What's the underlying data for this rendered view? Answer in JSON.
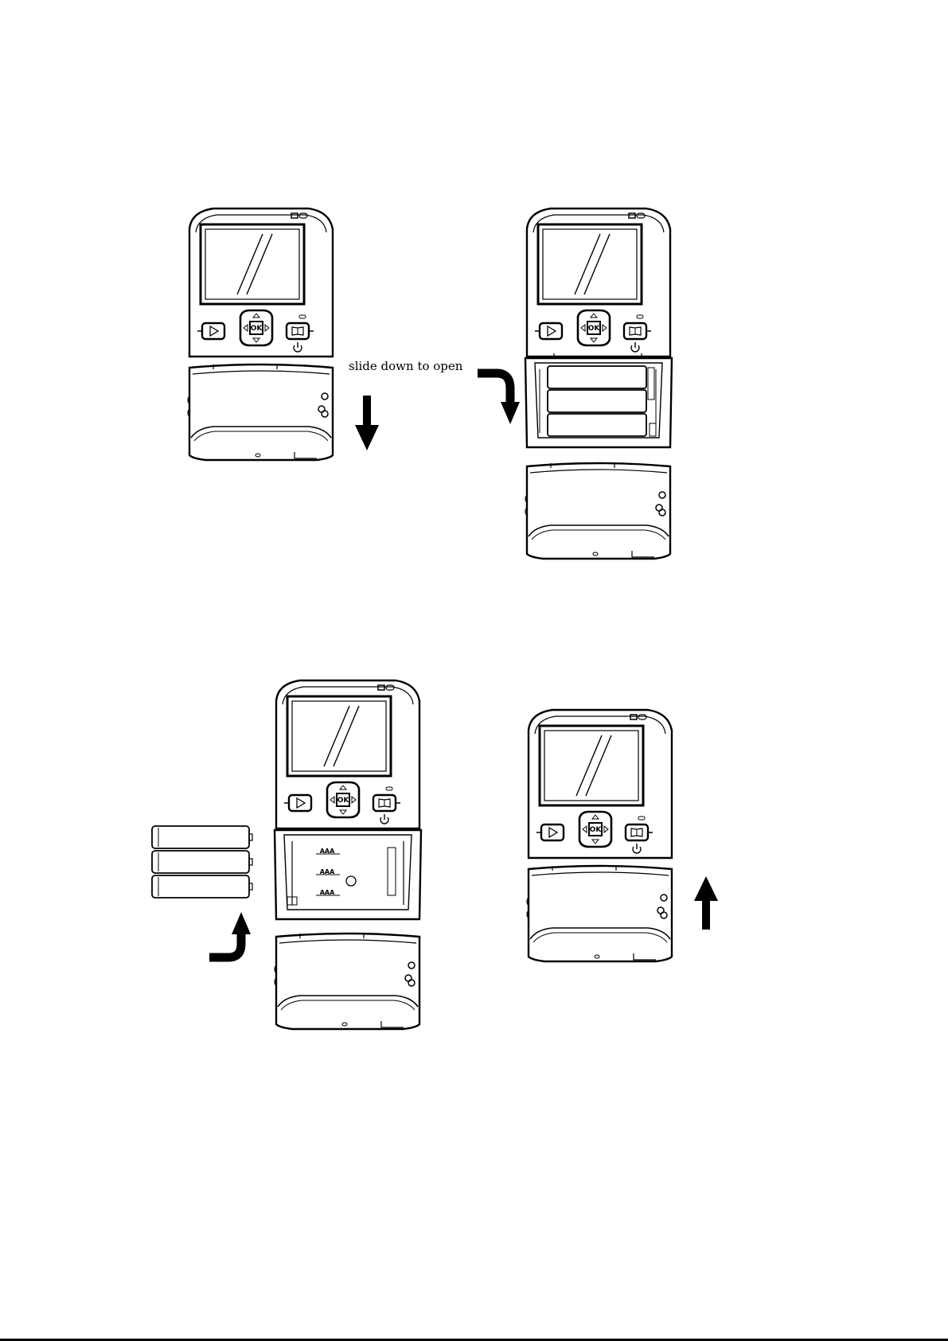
{
  "caption": "slide down to open",
  "button_labels": {
    "ok": "OK",
    "battery": "AAA"
  },
  "icons": {
    "play": "play-triangle-icon",
    "book": "book-icon",
    "power": "power-icon",
    "arrow_down": "down-arrow-icon",
    "arrow_curved_down": "curved-down-arrow-icon",
    "arrow_curved_up": "curved-up-arrow-icon",
    "arrow_up": "up-arrow-icon"
  },
  "colors": {
    "ink": "#000000",
    "paper": "#ffffff"
  }
}
